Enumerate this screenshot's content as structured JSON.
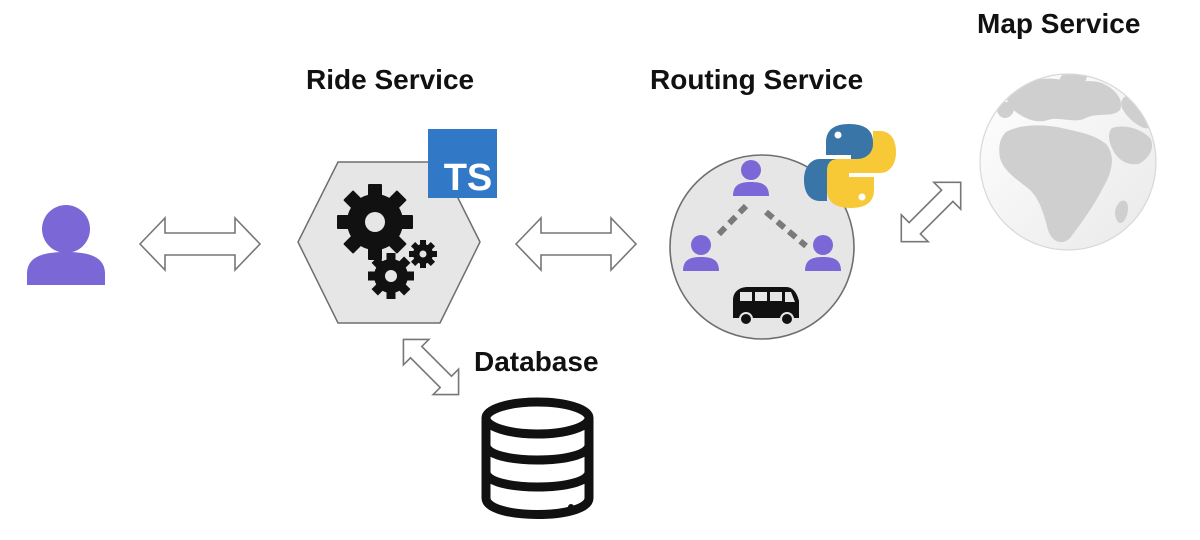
{
  "labels": {
    "ride_service": "Ride Service",
    "routing_service": "Routing Service",
    "map_service": "Map Service",
    "database": "Database"
  },
  "badges": {
    "typescript": "TS"
  },
  "colors": {
    "person": "#7b68d6",
    "ts_blue": "#3178c6",
    "python_blue": "#3a75a8",
    "python_yellow": "#f7c936",
    "node_fill": "#e6e6e6",
    "node_stroke": "#6e6e6e",
    "arrow_stroke": "#777777",
    "route_dash": "#7a7a7a",
    "globe": "#cfcfcf"
  },
  "icons": {
    "client": "user-icon",
    "ride_service": "gears-icon",
    "ride_language": "typescript-logo",
    "routing_language": "python-logo",
    "routing_vehicle": "van-icon",
    "map_service": "globe-icon",
    "database": "database-icon"
  }
}
